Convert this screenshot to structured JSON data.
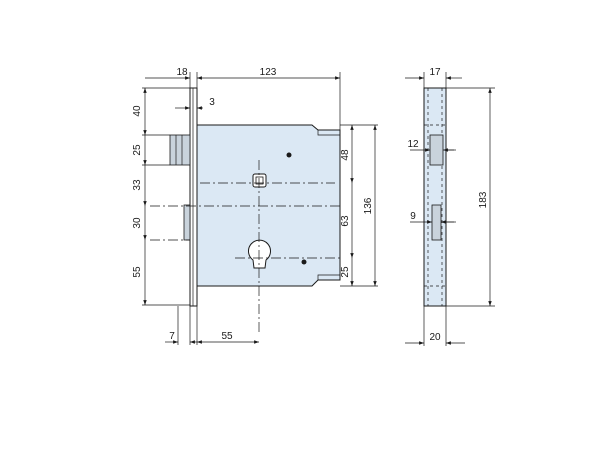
{
  "colors": {
    "body": "#dbe8f4",
    "part": "#c9d3dc",
    "line": "#1a1a1a"
  },
  "dimensions": {
    "top_width_18": "18",
    "top_width_123": "123",
    "faceplate_3": "3",
    "left_40": "40",
    "left_25": "25",
    "left_33": "33",
    "left_30": "30",
    "left_55": "55",
    "inner_48": "48",
    "inner_63": "63",
    "inner_25": "25",
    "height_136": "136",
    "bottom_7": "7",
    "bottom_55": "55",
    "side_17": "17",
    "side_12": "12",
    "side_9": "9",
    "side_183": "183",
    "side_20": "20"
  }
}
